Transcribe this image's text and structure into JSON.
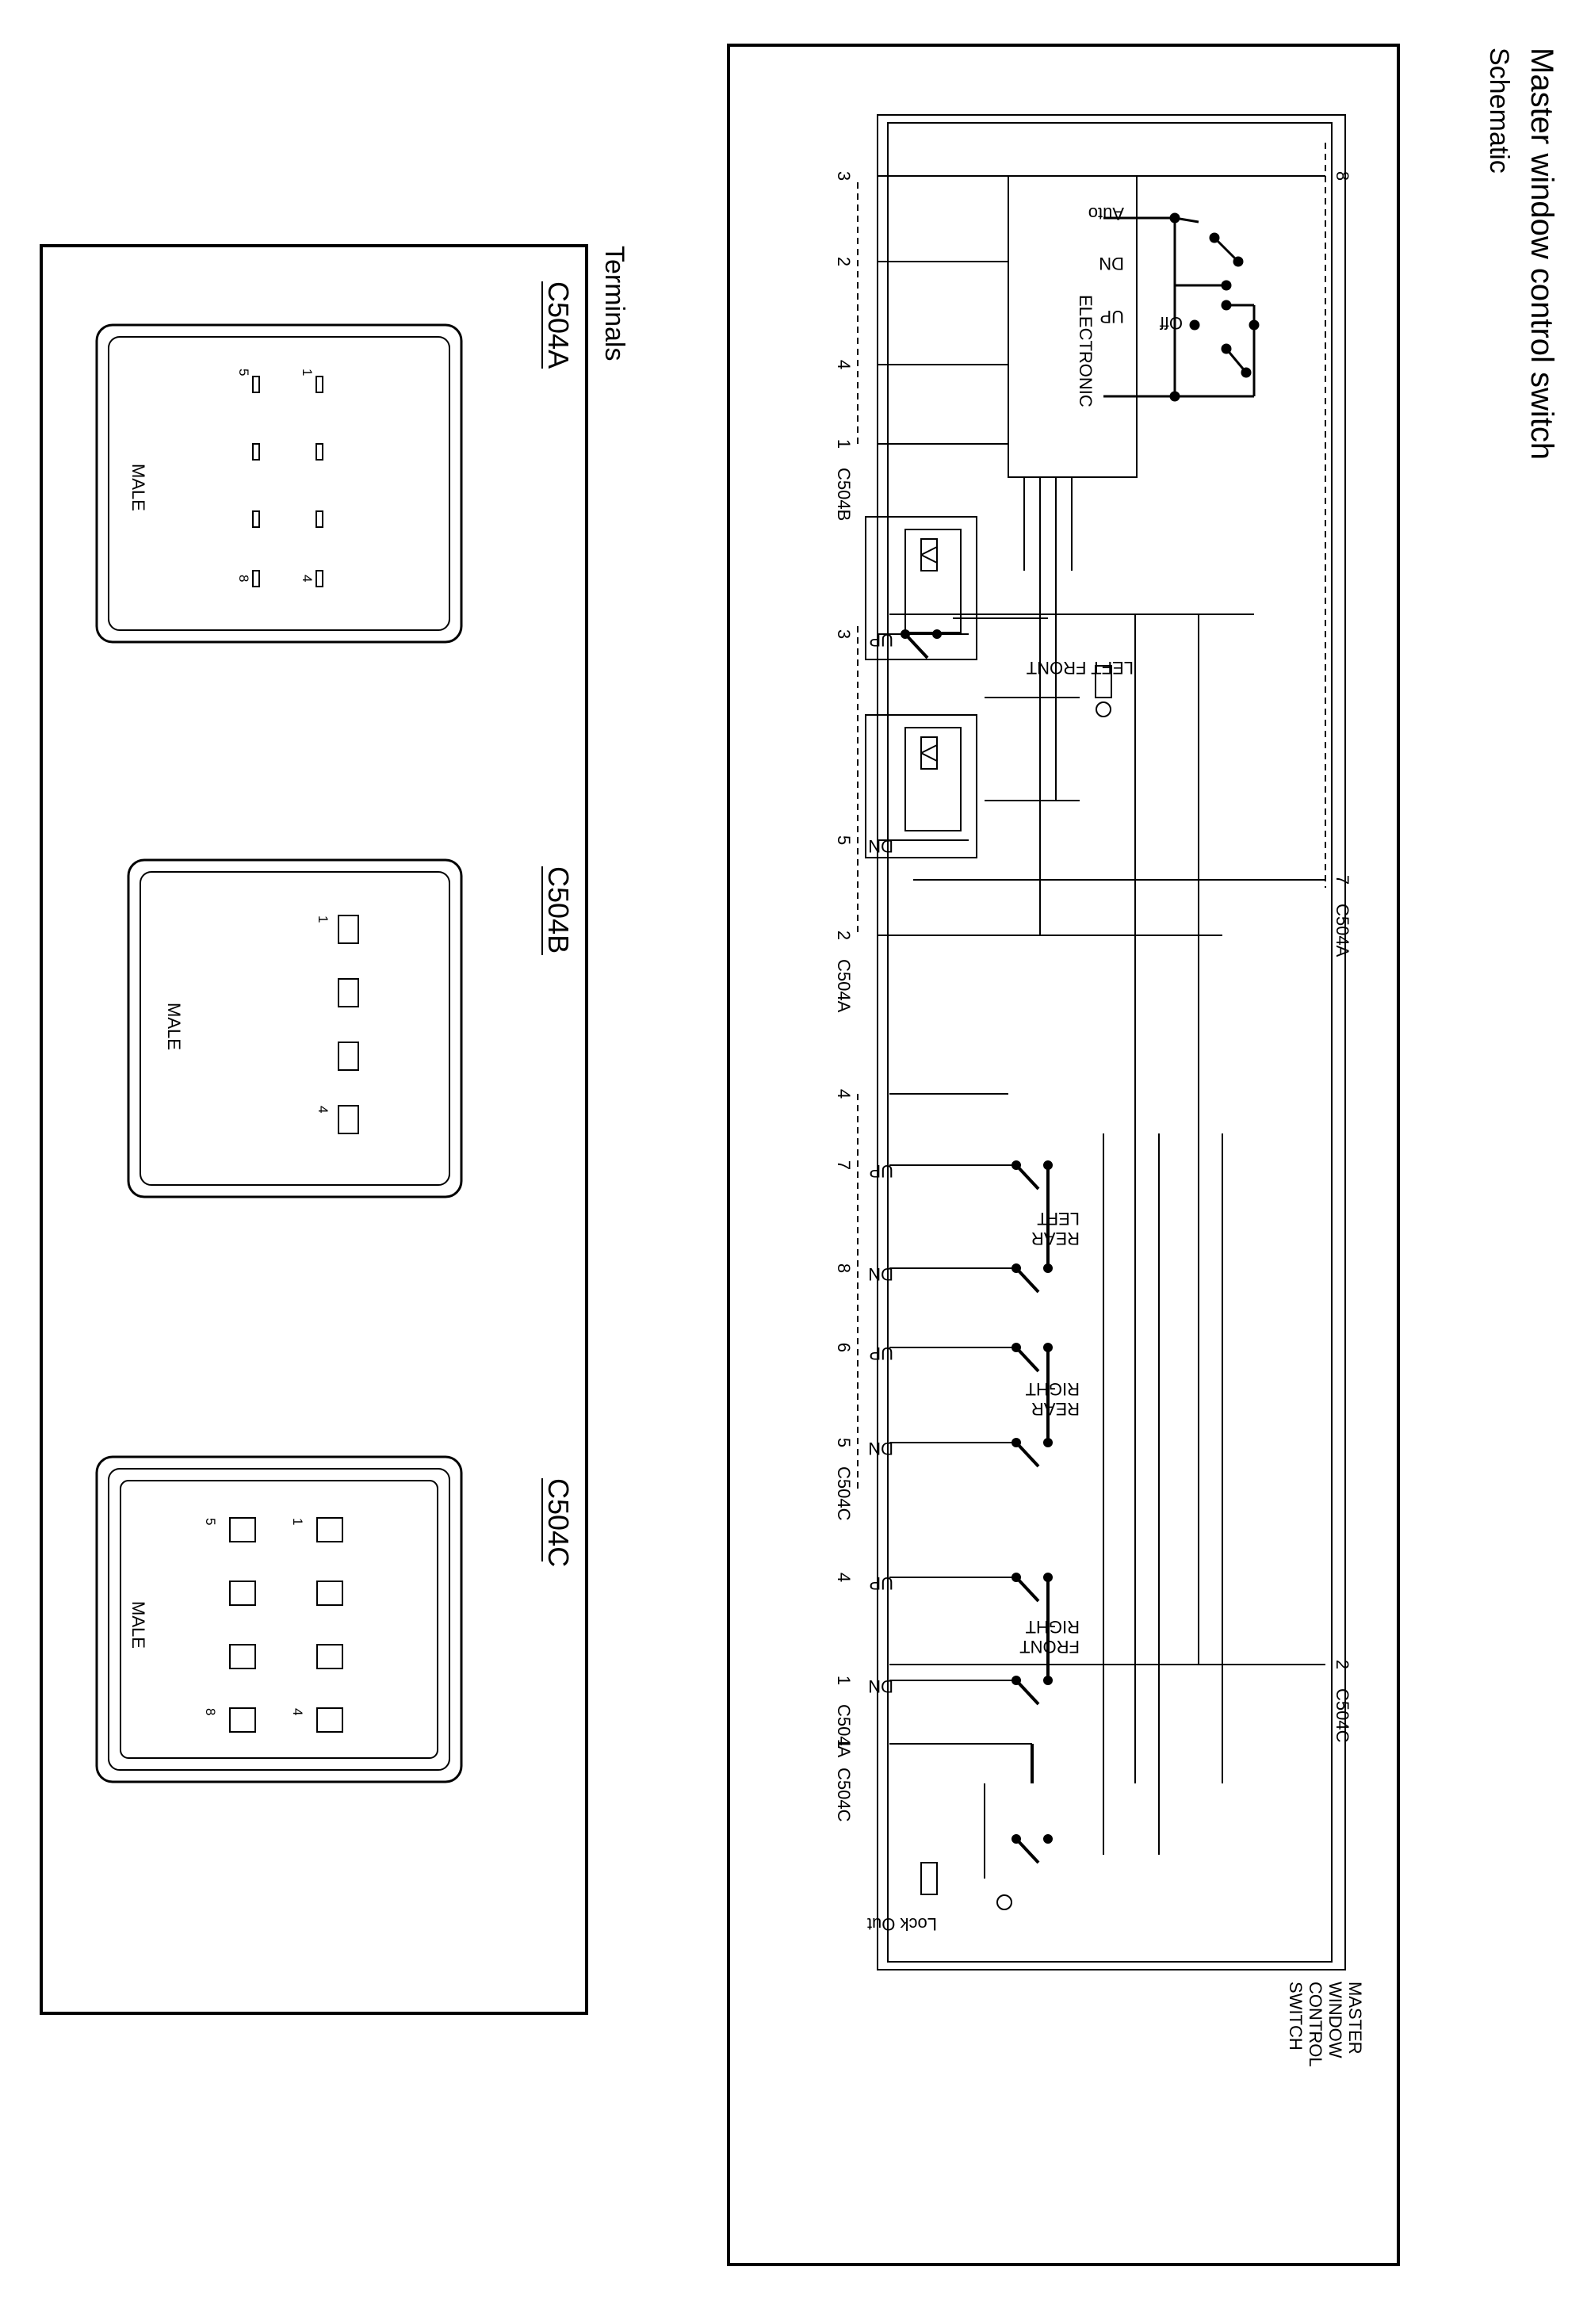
{
  "header": {
    "title": "Master window control switch",
    "subtitle": "Schematic"
  },
  "schematic": {
    "module_label": "ELECTRONIC",
    "auto_label": "Auto",
    "dn_label": "DN",
    "up_label": "UP",
    "off_label": "Off",
    "left_front_label": "LEFT FRONT",
    "up_tag": "UP",
    "dn_tag": "DN",
    "left_rear_label_1": "LEFT",
    "left_rear_label_2": "REAR",
    "right_rear_label_1": "RIGHT",
    "right_rear_label_2": "REAR",
    "right_front_label_1": "RIGHT",
    "right_front_label_2": "FRONT",
    "lock_out_label": "Lock Out",
    "switch_name_1": "MASTER",
    "switch_name_2": "WINDOW",
    "switch_name_3": "CONTROL",
    "switch_name_4": "SWITCH",
    "top_pins": {
      "p8": "8",
      "p7": "7",
      "c504a": "C504A",
      "p2": "2",
      "c504c": "C504C"
    },
    "bottom_pins": {
      "b3": "3",
      "b2": "2",
      "b4": "4",
      "b1": "1",
      "c504b": "C504B",
      "a3": "3",
      "a5": "5",
      "a2": "2",
      "c504a": "C504A",
      "c4": "4",
      "c7": "7",
      "c8": "8",
      "c6": "6",
      "c5": "5",
      "c504c": "C504C",
      "d4": "4",
      "d1": "1",
      "c504a_2": "C504A",
      "e1": "1",
      "c504c_2": "C504C"
    }
  },
  "terminals": {
    "title": "Terminals",
    "connectors": [
      {
        "name": "C504A",
        "gender": "MALE",
        "pins": [
          "1",
          "5",
          "4",
          "8"
        ]
      },
      {
        "name": "C504B",
        "gender": "MALE",
        "pins": [
          "1",
          "4"
        ]
      },
      {
        "name": "C504C",
        "gender": "MALE",
        "pins": [
          "1",
          "5",
          "4",
          "8"
        ]
      }
    ]
  }
}
